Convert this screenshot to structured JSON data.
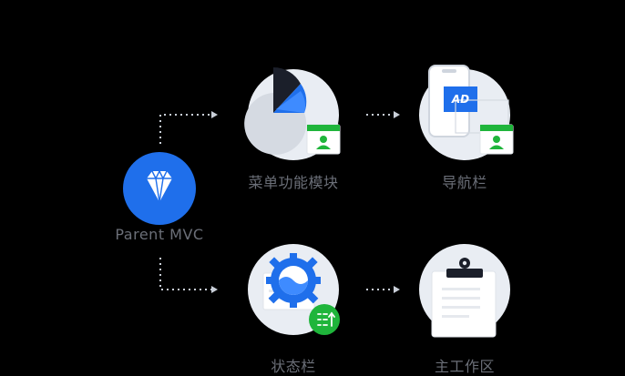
{
  "root": {
    "label": "Parent MVC",
    "icon": "diamond-icon"
  },
  "nodes": [
    {
      "id": "menu",
      "label": "菜单功能模块",
      "icon": "pie-chart-icon"
    },
    {
      "id": "nav",
      "label": "导航栏",
      "icon": "phone-ad-icon",
      "badge": "AD"
    },
    {
      "id": "status",
      "label": "状态栏",
      "icon": "gear-icon"
    },
    {
      "id": "work",
      "label": "主工作区",
      "icon": "clipboard-icon"
    }
  ],
  "colors": {
    "accent": "#1f6feb",
    "green": "#1fb53b",
    "circle": "#e9edf3",
    "label": "#6b6f78"
  }
}
